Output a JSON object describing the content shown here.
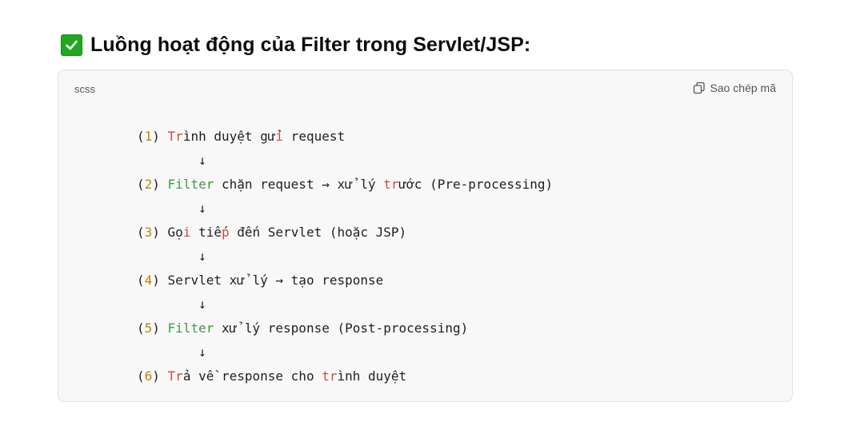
{
  "heading": {
    "icon": "check-mark-icon",
    "icon_color": "#22a722",
    "text": "Luồng hoạt động của Filter trong Servlet/JSP:"
  },
  "code_block": {
    "language": "scss",
    "copy_label": "Sao chép mã",
    "copy_icon": "copy-icon",
    "arrow": "↓",
    "lines": [
      {
        "pre": "",
        "num": "1",
        "segments": [
          {
            "t": "Tr",
            "c": "kw"
          },
          {
            "t": "ình duyệt gử",
            "c": ""
          },
          {
            "t": "i",
            "c": "kw"
          },
          {
            "t": " request",
            "c": ""
          }
        ]
      },
      {
        "pre": "",
        "num": "2",
        "segments": [
          {
            "t": "Filter",
            "c": "green"
          },
          {
            "t": " chặn request → xử lý ",
            "c": ""
          },
          {
            "t": "tr",
            "c": "kw"
          },
          {
            "t": "ước (Pre-processing)",
            "c": ""
          }
        ]
      },
      {
        "pre": "",
        "num": "3",
        "segments": [
          {
            "t": "Gọ",
            "c": ""
          },
          {
            "t": "i",
            "c": "kw"
          },
          {
            "t": " tiế",
            "c": ""
          },
          {
            "t": "p",
            "c": "kw"
          },
          {
            "t": " đến Servlet (hoặc JSP)",
            "c": ""
          }
        ]
      },
      {
        "pre": "",
        "num": "4",
        "segments": [
          {
            "t": "Servlet xử lý → tạo response",
            "c": ""
          }
        ]
      },
      {
        "pre": "",
        "num": "5",
        "segments": [
          {
            "t": "Filter",
            "c": "green"
          },
          {
            "t": " xử lý response (Post-processing)",
            "c": ""
          }
        ]
      },
      {
        "pre": "",
        "num": "6",
        "segments": [
          {
            "t": "Tr",
            "c": "kw"
          },
          {
            "t": "ả về response cho ",
            "c": ""
          },
          {
            "t": "tr",
            "c": "kw"
          },
          {
            "t": "ình duyệt",
            "c": ""
          }
        ]
      }
    ]
  }
}
